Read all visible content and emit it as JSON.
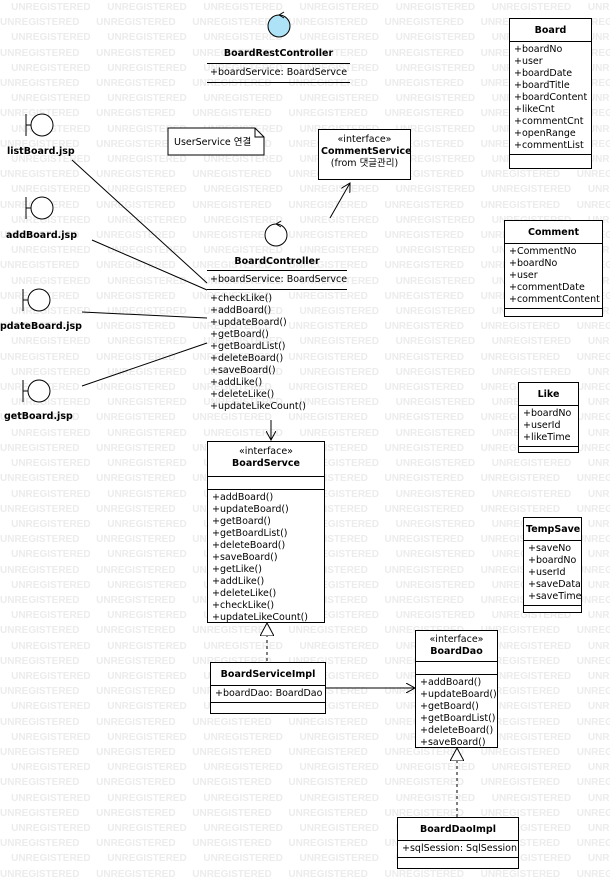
{
  "watermark": "UNREGISTERED",
  "boundaries": [
    {
      "label": "listBoard.jsp"
    },
    {
      "label": "addBoard.jsp"
    },
    {
      "label": "pdateBoard.jsp"
    },
    {
      "label": "getBoard.jsp"
    }
  ],
  "note": {
    "text": "UserService 연결"
  },
  "board_rest_controller": {
    "name": "BoardRestController",
    "attributes": [
      "+boardService: BoardServce"
    ]
  },
  "comment_service": {
    "stereotype": "«interface»",
    "name": "CommentService",
    "subtitle": "(from 댓글관리)"
  },
  "board_controller": {
    "name": "BoardController",
    "attributes": [
      "+boardService: BoardServce"
    ],
    "operations": [
      "+checkLike()",
      "+addBoard()",
      "+updateBoard()",
      "+getBoard()",
      "+getBoardList()",
      "+deleteBoard()",
      "+saveBoard()",
      "+addLike()",
      "+deleteLike()",
      "+updateLikeCount()"
    ]
  },
  "board_servce": {
    "stereotype": "«interface»",
    "name": "BoardServce",
    "operations": [
      "+addBoard()",
      "+updateBoard()",
      "+getBoard()",
      "+getBoardList()",
      "+deleteBoard()",
      "+saveBoard()",
      "+getLike()",
      "+addLike()",
      "+deleteLike()",
      "+checkLike()",
      "+updateLikeCount()"
    ]
  },
  "board_service_impl": {
    "name": "BoardServiceImpl",
    "attributes": [
      "+boardDao: BoardDao"
    ]
  },
  "board_dao": {
    "stereotype": "«interface»",
    "name": "BoardDao",
    "operations": [
      "+addBoard()",
      "+updateBoard()",
      "+getBoard()",
      "+getBoardList()",
      "+deleteBoard()",
      "+saveBoard()"
    ]
  },
  "board_dao_impl": {
    "name": "BoardDaoImpl",
    "attributes": [
      "+sqlSession: SqlSession"
    ]
  },
  "entity_board": {
    "name": "Board",
    "attributes": [
      "+boardNo",
      "+user",
      "+boardDate",
      "+boardTitle",
      "+boardContent",
      "+likeCnt",
      "+commentCnt",
      "+openRange",
      "+commentList"
    ]
  },
  "entity_comment": {
    "name": "Comment",
    "attributes": [
      "+CommentNo",
      "+boardNo",
      "+user",
      "+commentDate",
      "+commentContent"
    ]
  },
  "entity_like": {
    "name": "Like",
    "attributes": [
      "+boardNo",
      "+userId",
      "+likeTime"
    ]
  },
  "entity_tempsave": {
    "name": "TempSave",
    "attributes": [
      "+saveNo",
      "+boardNo",
      "+userId",
      "+saveData",
      "+saveTime"
    ]
  },
  "colors": {
    "control_fill": "#aee2f7",
    "line": "#000000",
    "watermark": "#ececec"
  }
}
